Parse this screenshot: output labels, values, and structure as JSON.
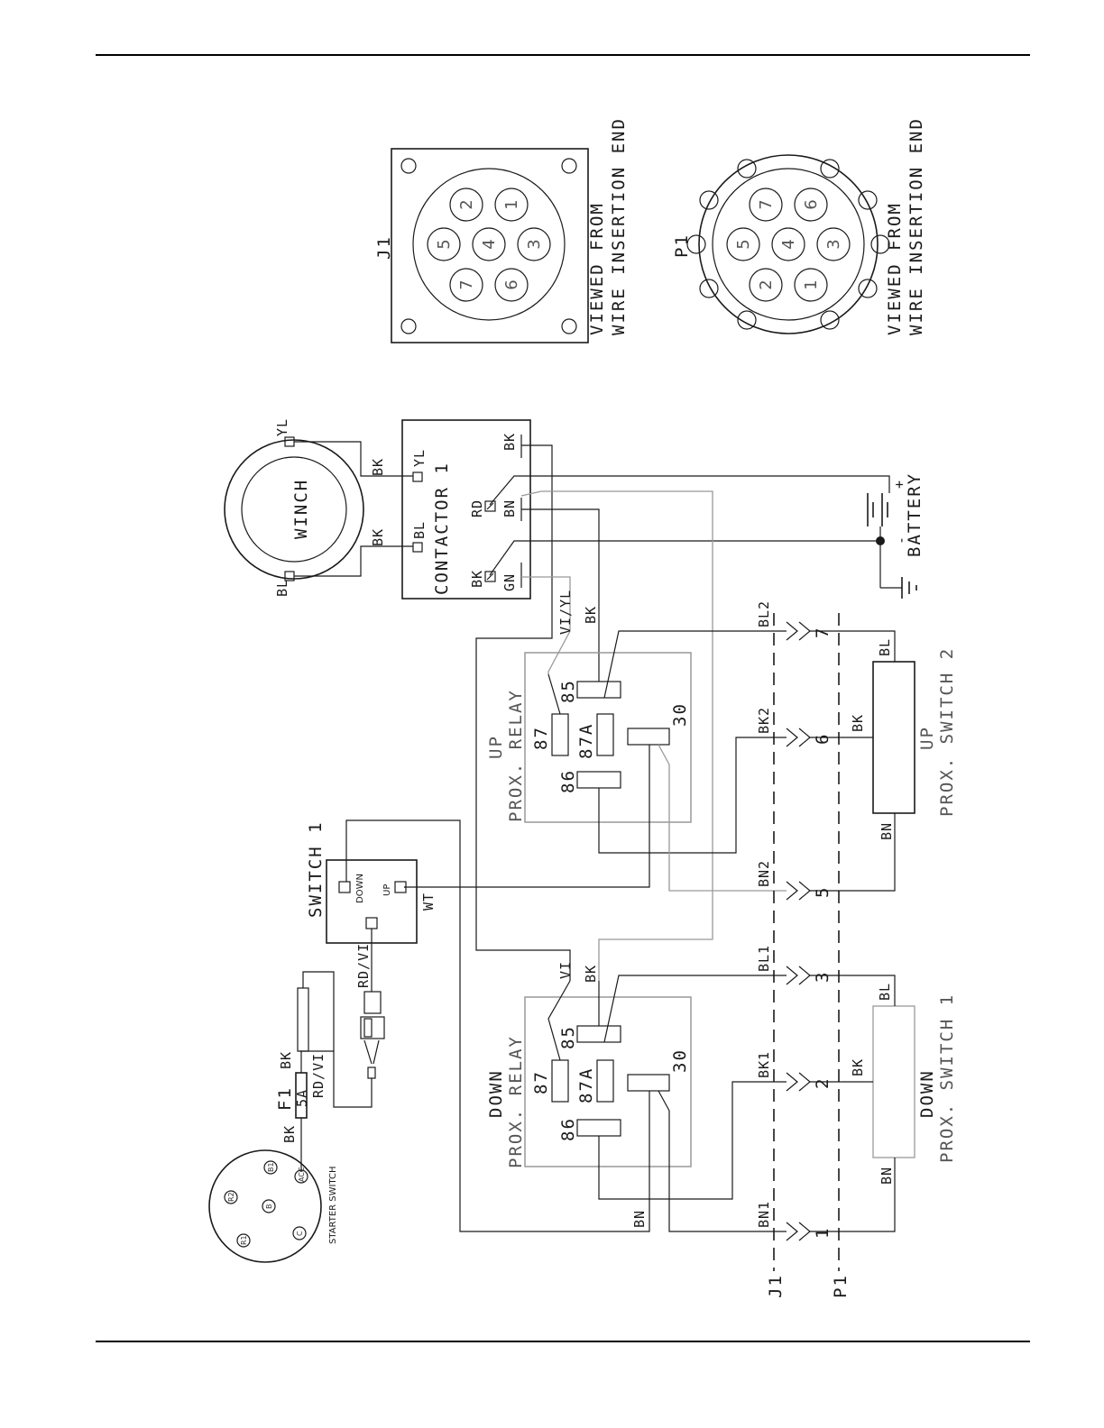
{
  "connectors": {
    "j1_label": "J1",
    "p1_label": "P1",
    "j1_pins": [
      "1",
      "2",
      "3",
      "4",
      "5",
      "6",
      "7"
    ],
    "p1_pins": [
      "1",
      "2",
      "3",
      "4",
      "5",
      "6",
      "7"
    ],
    "view_note_line1": "VIEWED FROM",
    "view_note_line2": "WIRE INSERTION END"
  },
  "winch": {
    "label": "WINCH",
    "term_left": "BL",
    "term_right": "YL",
    "wire_left": "BK",
    "wire_right": "BK"
  },
  "contactor": {
    "title": "CONTACTOR 1",
    "term_bl": "BL",
    "term_yl": "YL",
    "term_bk_top": "BK",
    "term_rd": "RD",
    "term_bn": "BN",
    "term_gn": "GN",
    "term_bk_lower": "BK"
  },
  "battery": {
    "label": "BATTERY",
    "plus": "+",
    "minus": "-"
  },
  "up_relay": {
    "line1": "UP",
    "line2": "PROX. RELAY",
    "pins": {
      "p85": "85",
      "p87": "87",
      "p87a": "87A",
      "p86": "86",
      "p30": "30"
    },
    "wire_in1": "VI/YL",
    "wire_in2": "BK"
  },
  "down_relay": {
    "line1": "DOWN",
    "line2": "PROX. RELAY",
    "pins": {
      "p85": "85",
      "p87": "87",
      "p87a": "87A",
      "p86": "86",
      "p30": "30"
    },
    "wire_in1": "VI",
    "wire_in2": "BK"
  },
  "switch1": {
    "title": "SWITCH 1",
    "down": "DOWN",
    "up": "UP",
    "wire_wt": "WT",
    "wire_rdvi": "RD/VI"
  },
  "fuse": {
    "name": "F1",
    "rating": "5A",
    "wire_bk1": "BK",
    "wire_bk2": "BK",
    "wire_rdvi": "RD/VI"
  },
  "starter_switch": {
    "label": "STARTER SWITCH",
    "terminals": [
      "R1",
      "B",
      "R2",
      "B1",
      "C",
      "ACC"
    ]
  },
  "prox_switch_2": {
    "line1": "UP",
    "line2": "PROX. SWITCH 2",
    "wire_bl": "BL",
    "wire_bk": "BK",
    "wire_bn": "BN"
  },
  "prox_switch_1": {
    "line1": "DOWN",
    "line2": "PROX. SWITCH 1",
    "wire_bl": "BL",
    "wire_bk": "BK",
    "wire_bn": "BN"
  },
  "harness_wires": {
    "bl2": "BL2",
    "bk2": "BK2",
    "bn2": "BN2",
    "bl1": "BL1",
    "bk1": "BK1",
    "bn1": "BN1",
    "bn_main": "BN",
    "pin7": "7",
    "pin6": "6",
    "pin5": "5",
    "pin3": "3",
    "pin2": "2",
    "pin1": "1"
  }
}
